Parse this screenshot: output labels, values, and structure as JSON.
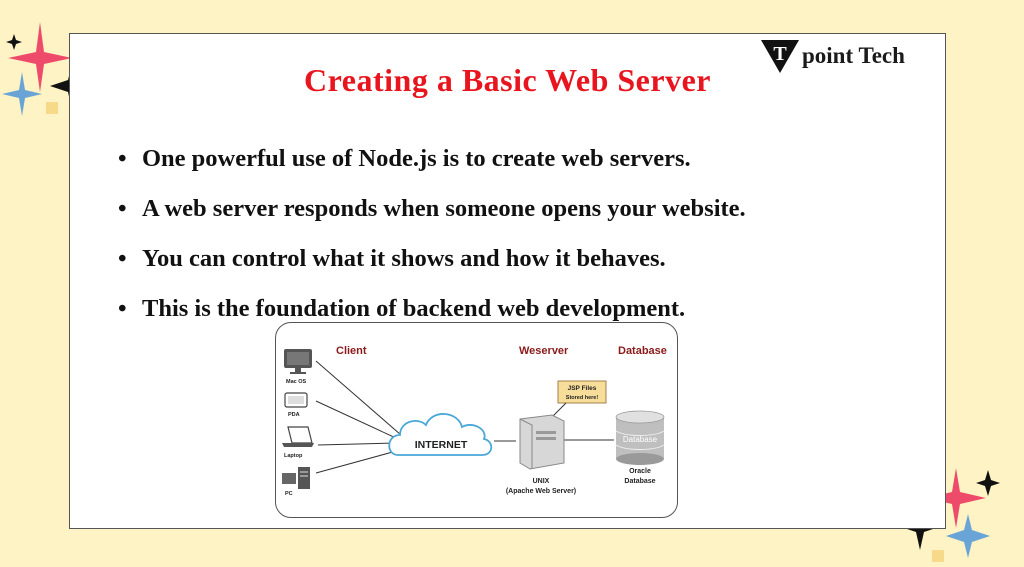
{
  "slide": {
    "title": "Creating a Basic Web Server",
    "logo": {
      "mark": "T",
      "text": "point Tech"
    },
    "bullets": [
      "One powerful use of Node.js is to create web servers.",
      "A web server responds when someone opens your website.",
      "You can control what it shows and how it behaves.",
      "This is the foundation of backend web development."
    ]
  },
  "diagram": {
    "headers": {
      "client": "Client",
      "webserver": "Weserver",
      "database": "Database"
    },
    "devices": [
      "Mac OS",
      "PDA",
      "Laptop",
      "PC"
    ],
    "cloud": "INTERNET",
    "callout": [
      "JSP Files",
      "Stored here!"
    ],
    "server_caption": [
      "UNIX",
      "(Apache Web Server)"
    ],
    "db_icon_label": "Database",
    "db_caption": [
      "Oracle",
      "Database"
    ]
  },
  "colors": {
    "background": "#fdf3c4",
    "title": "#e8141e",
    "diagram_header": "#8b1a1a",
    "cloud_stroke": "#4aa8d8"
  }
}
